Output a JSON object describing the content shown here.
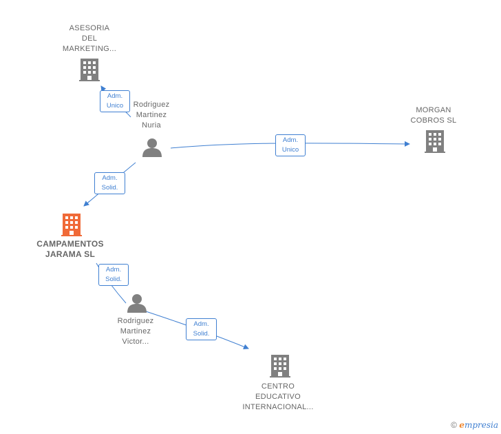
{
  "colors": {
    "edge": "#3f7fd1",
    "node": "#808080",
    "main_node": "#f06a38"
  },
  "nodes": {
    "asesoria": {
      "label": "ASESORIA\nDEL\nMARKETING...",
      "kind": "company"
    },
    "morgan": {
      "label": "MORGAN\nCOBROS SL",
      "kind": "company"
    },
    "campamentos": {
      "label": "CAMPAMENTOS\nJARAMA SL",
      "kind": "company",
      "main": true
    },
    "centro": {
      "label": "CENTRO\nEDUCATIVO\nINTERNACIONAL...",
      "kind": "company"
    },
    "nuria": {
      "label": "Rodriguez\nMartinez\nNuria",
      "kind": "person"
    },
    "victor": {
      "label": "Rodriguez\nMartinez\nVictor...",
      "kind": "person"
    }
  },
  "edges": {
    "nuria_asesoria": {
      "label": "Adm.\nUnico"
    },
    "nuria_morgan": {
      "label": "Adm.\nUnico"
    },
    "nuria_campamentos": {
      "label": "Adm.\nSolid."
    },
    "victor_campamentos": {
      "label": "Adm.\nSolid."
    },
    "victor_centro": {
      "label": "Adm.\nSolid."
    }
  },
  "footer": {
    "copyright": "©",
    "brand_first": "e",
    "brand_rest": "mpresia"
  }
}
